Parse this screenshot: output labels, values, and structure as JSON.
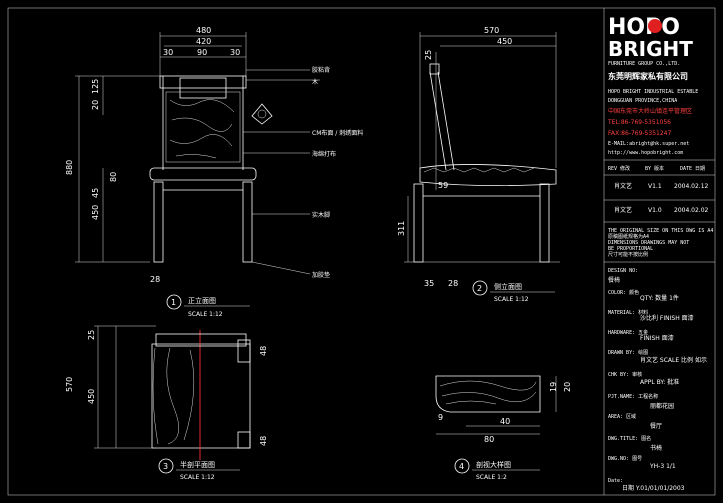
{
  "brand": {
    "logo_top": "HOPO",
    "logo_bottom": "BRIGHT",
    "company_en": "FURNITURE GROUP CO.,LTD.",
    "company_cn": "东莞明辉家私有限公司",
    "contact_lines": [
      "HOPO BRIGHT INDUSTRIAL ESTABLE",
      "DONGGUAN PROVINCE,CHINA",
      "中国东莞市大岭山镇连平管理区",
      "TEL:86-769-5351056",
      "FAX:86-769-5351247",
      "E-MAIL:abright@hk.super.net",
      "http://www.hopobright.com"
    ],
    "rev_header": [
      "REV 修改",
      "BY 版本",
      "DATE 日期"
    ],
    "revisions": [
      {
        "by": "肖文艺",
        "ver": "V1.1",
        "date": "2004.02.12"
      },
      {
        "by": "肖文艺",
        "ver": "V1.0",
        "date": "2004.02.02"
      }
    ],
    "notes": [
      "THE ORIGINAL SIZE ON THIS DWG IS A4",
      "原稿图纸规格为A4",
      "DIMENSIONS DRAWINGS MAY NOT",
      "BE PROPORTIONAL",
      "尺寸可能不按比例"
    ],
    "fields": [
      {
        "label": "DESIGN NO:",
        "value": "餐椅"
      },
      {
        "label": "COLOR: 颜色",
        "value": "QTY: 数量 1件"
      },
      {
        "label": "MATERIAL: 材料",
        "value": "沙比利 FINISH 面漆"
      },
      {
        "label": "HARDWARE: 五金",
        "value": "FINISH 面漆"
      },
      {
        "label": "DRAWN BY: 绘图",
        "value": "肖文艺 SCALE 比例 如示"
      },
      {
        "label": "CHK BY: 审核",
        "value": "APPL BY: 批准"
      },
      {
        "label": "PJT.NAME: 工程名称",
        "value": "丽都花园"
      },
      {
        "label": "AREA: 区域",
        "value": "餐厅"
      },
      {
        "label": "DWG.TITLE: 图名",
        "value": "书椅"
      },
      {
        "label": "DWG.NO: 图号",
        "value": "YH-3  1/1"
      },
      {
        "label": "Date:",
        "value": "日期 Y.01/01/01/2003"
      }
    ]
  },
  "views": [
    {
      "num": "1",
      "title": "正立面图",
      "scale": "SCALE 1:12"
    },
    {
      "num": "2",
      "title": "侧立面图",
      "scale": "SCALE 1:12"
    },
    {
      "num": "3",
      "title": "半剖平面图",
      "scale": "SCALE 1:12"
    },
    {
      "num": "4",
      "title": "剖视大样图",
      "scale": "SCALE 1:2"
    }
  ],
  "annotations": {
    "item1": "胶粘背",
    "item2": "木",
    "item3": "CM布面 / 刺绣面料",
    "item4": "海绵打布",
    "item5": "实木脚",
    "item6": "加胶垫"
  },
  "dims_front": {
    "width_total": "480",
    "width_inner": "420",
    "part_a": "30",
    "part_b": "90",
    "part_c": "30",
    "height_total": "880",
    "seat_height": "450",
    "h1": "125",
    "h2": "20",
    "h3": "45",
    "h4": "80",
    "leg": "28"
  },
  "dims_side": {
    "depth_total": "570",
    "depth_seat": "450",
    "back": "25",
    "seat": "59",
    "leg_h": "311",
    "foot_a": "35",
    "foot_b": "28"
  },
  "dims_plan": {
    "d1": "570",
    "d2": "450",
    "d3": "25",
    "e1": "48",
    "e2": "48"
  },
  "dims_detail": {
    "w": "80",
    "inner": "40",
    "rad": "9",
    "h": "20",
    "h2": "19"
  },
  "colors": {
    "bg": "#000000",
    "line": "#ffffff",
    "red": "#ff3030",
    "logo_o": "#e02020"
  }
}
